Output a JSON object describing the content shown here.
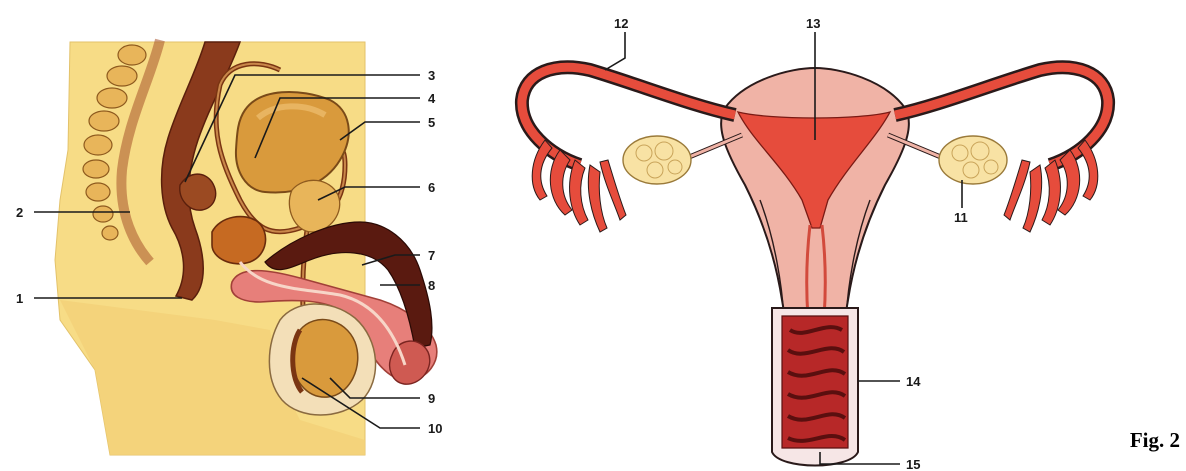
{
  "figure": {
    "caption": "Fig. 2"
  },
  "labels": [
    "1",
    "2",
    "3",
    "4",
    "5",
    "6",
    "7",
    "8",
    "9",
    "10",
    "11",
    "12",
    "13",
    "14",
    "15"
  ],
  "colors": {
    "body_background": "#f7dc86",
    "vertebrae": "#e8b55a",
    "rectum": "#8a3a1c",
    "bladder": "#d99a3c",
    "erectile_tissue": "#e77f7a",
    "corpus_dark": "#5a1a10",
    "uterus": "#f0b3a6",
    "uterine_cavity": "#e64c3c",
    "ovary": "#f8e2a4",
    "vaginal_wall": "#b72828"
  }
}
